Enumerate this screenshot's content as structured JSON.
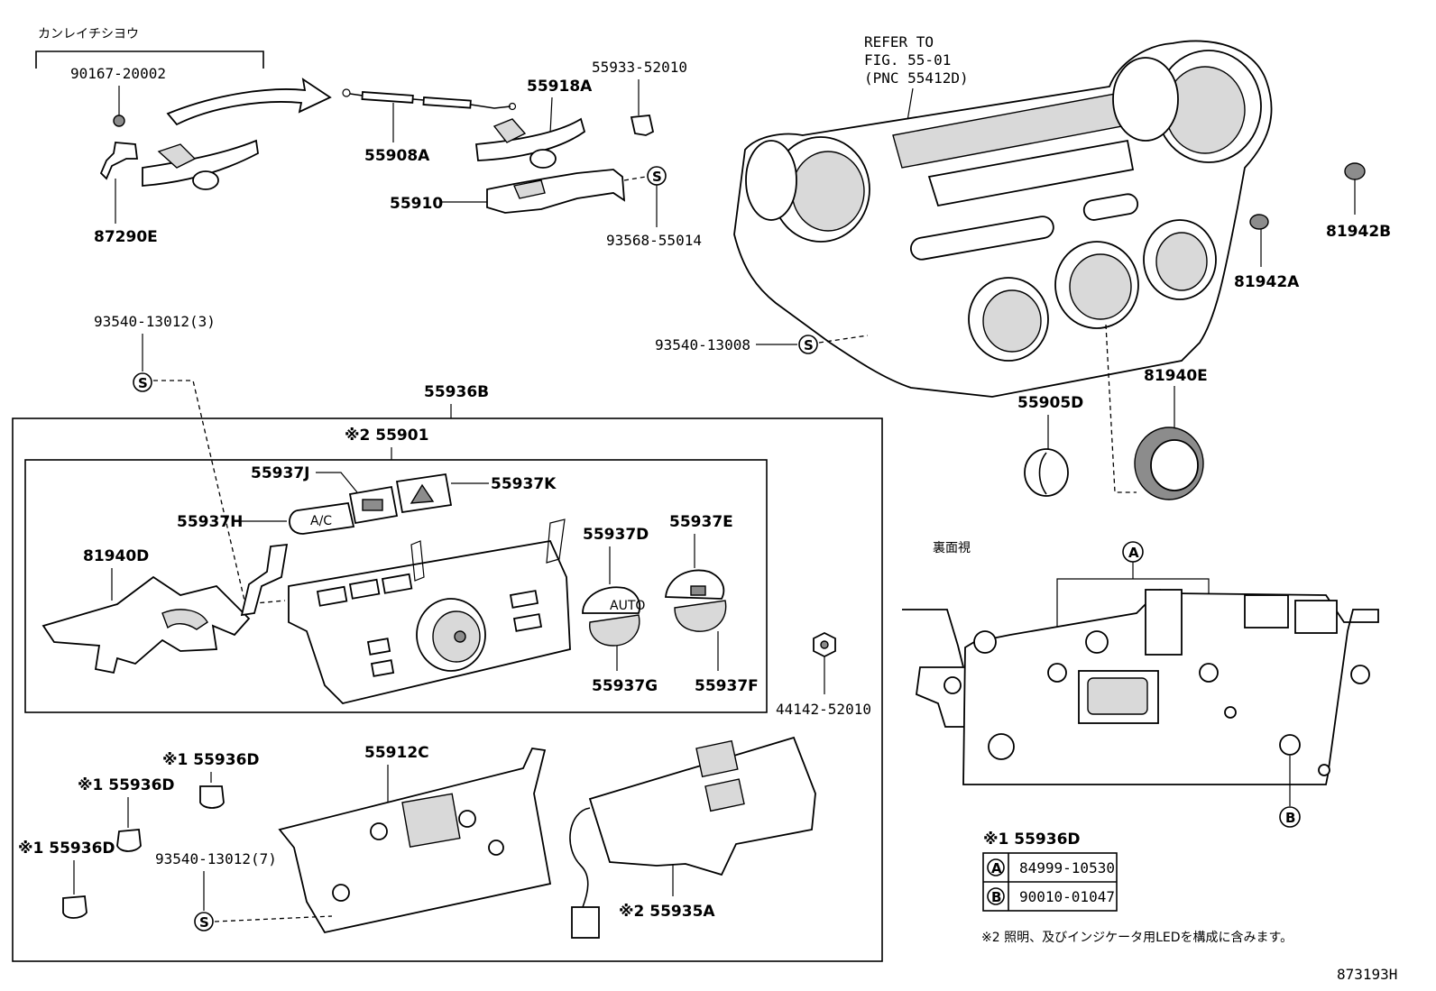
{
  "header_note": "カンレイチシヨウ",
  "refer_note": [
    "REFER TO",
    "FIG. 55-01",
    "(PNC 55412D)"
  ],
  "rear_view_label": "裏面視",
  "screw_symbol": "S",
  "parts": {
    "p90167": "90167-20002",
    "p87290E": "87290E",
    "p55908A": "55908A",
    "p55918A": "55918A",
    "p55933": "55933-52010",
    "p55910": "55910",
    "p93568": "93568-55014",
    "p93540_3": "93540-13012(3)",
    "p93540_08": "93540-13008",
    "p81942A": "81942A",
    "p81942B": "81942B",
    "p55905D": "55905D",
    "p81940E": "81940E",
    "p55936B": "55936B",
    "p55901": "※2 55901",
    "p55937J": "55937J",
    "p55937K": "55937K",
    "p55937H": "55937H",
    "p81940D": "81940D",
    "p55937D": "55937D",
    "p55937E": "55937E",
    "p55937G": "55937G",
    "p55937F": "55937F",
    "p44142": "44142-52010",
    "p55936D_a": "※1 55936D",
    "p55936D_b": "※1 55936D",
    "p55936D_c": "※1 55936D",
    "p55912C": "55912C",
    "p93540_7": "93540-13012(7)",
    "p55935A": "※2 55935A"
  },
  "buttons": {
    "ac": "A/C",
    "auto": "AUTO"
  },
  "legend": {
    "title": "※1 55936D",
    "rows": [
      {
        "mark": "A",
        "part": "84999-10530"
      },
      {
        "mark": "B",
        "part": "90010-01047"
      }
    ]
  },
  "footnote": "※2 照明、及びインジケータ用LEDを構成に含みます。",
  "figure_id": "873193H"
}
